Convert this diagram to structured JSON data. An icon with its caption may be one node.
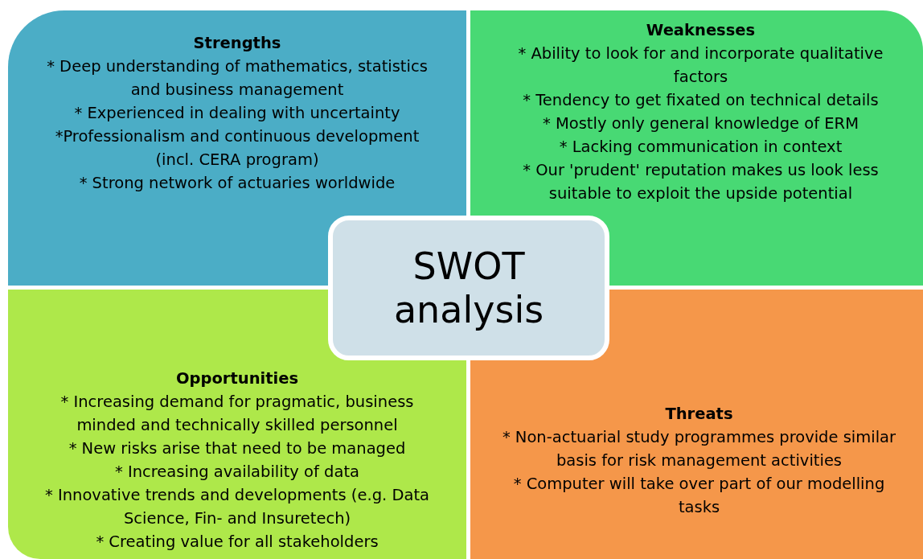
{
  "diagram": {
    "nodes": [
      {
        "text": [
          "Strengths",
          "* Deep understanding of mathematics, statistics and business management",
          "* Experienced in dealing with uncertainty",
          "*Professionalism and continuous development (incl. CERA program)",
          "* Strong network of actuaries worldwide"
        ]
      },
      {
        "text": [
          "Weaknesses",
          "* Ability to look for and incorporate qualitative factors",
          "* Tendency to get fixated on technical details",
          "* Mostly only general knowledge of ERM",
          "* Lacking communication in context",
          "* Our 'prudent' reputation makes us look less suitable to exploit the upside potential"
        ]
      },
      {
        "text": [
          "Opportunities",
          "* Increasing demand for pragmatic, business minded and technically skilled personnel",
          "* New risks arise that need to be managed",
          "* Increasing availability of data",
          "* Innovative trends and developments (e.g. Data Science, Fin- and Insuretech)",
          "* Creating value for all stakeholders"
        ]
      },
      {
        "text": [
          "Threats",
          "* Non-actuarial study programmes provide similar basis for risk management activities",
          "* Computer will take over part of our modelling tasks"
        ]
      },
      {
        "text": [
          "SWOT analysis"
        ]
      }
    ]
  }
}
